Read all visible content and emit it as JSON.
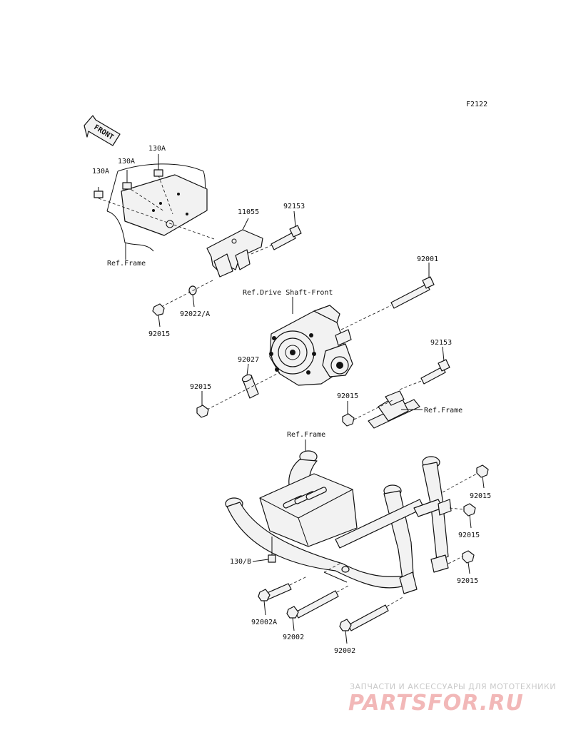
{
  "figure_code": "F2122",
  "front_label": "FRONT",
  "labels": {
    "l_130a_1": "130A",
    "l_130a_2": "130A",
    "l_130a_3": "130A",
    "l_11055": "11055",
    "l_92153_top": "92153",
    "l_ref_frame_1": "Ref.Frame",
    "l_92001": "92001",
    "l_ref_drive_shaft": "Ref.Drive Shaft-Front",
    "l_92022a": "92022/A",
    "l_92015_a": "92015",
    "l_92027": "92027",
    "l_92153_mid": "92153",
    "l_92015_b": "92015",
    "l_92015_c": "92015",
    "l_ref_frame_2": "Ref.Frame",
    "l_ref_frame_3": "Ref.Frame",
    "l_92015_d": "92015",
    "l_92015_e": "92015",
    "l_130b": "130/B",
    "l_92015_f": "92015",
    "l_92002a": "92002A",
    "l_92002_1": "92002",
    "l_92002_2": "92002"
  },
  "watermark": {
    "caption": "ЗАПЧАСТИ И АКСЕССУАРЫ ДЛЯ МОТОТЕХНИКИ",
    "brand": "PARTSFOR.RU"
  },
  "colors": {
    "line": "#111111",
    "watermark_brand": "#f2b8b8",
    "watermark_caption": "#c9c9c9"
  }
}
